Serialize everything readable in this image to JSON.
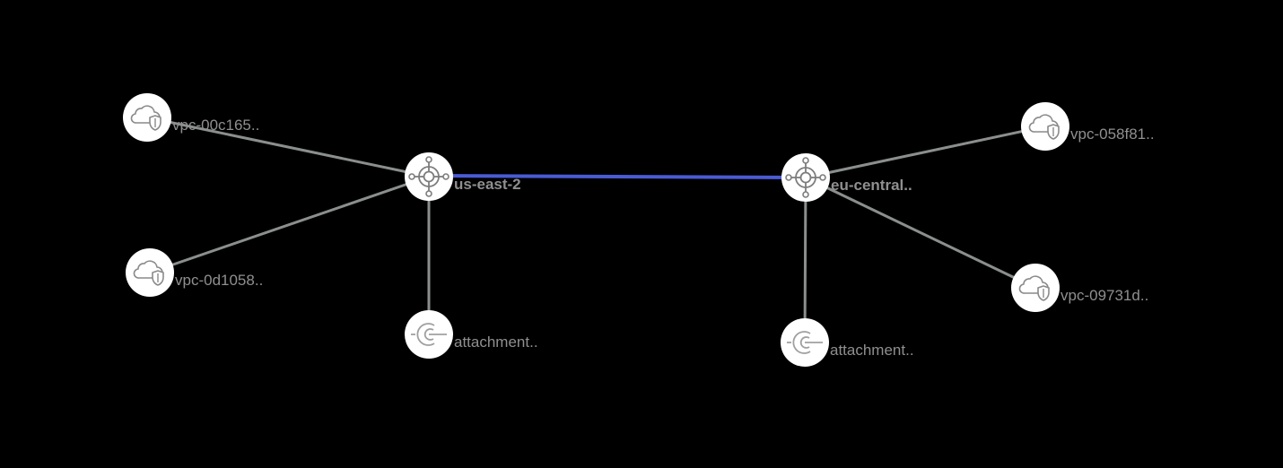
{
  "colors": {
    "background": "#000000",
    "edge": "#8a8f8d",
    "peering": "#4a5bd4",
    "node_fill": "#ffffff",
    "icon": "#8a8a8a",
    "label": "#8f8f8f"
  },
  "nodes": {
    "tgw_us_east_2": {
      "label": "us-east-2",
      "icon": "transit-gateway-icon"
    },
    "tgw_eu_central": {
      "label": "eu-central..",
      "icon": "transit-gateway-icon"
    },
    "vpc_00c165": {
      "label": "vpc-00c165..",
      "icon": "vpc-cloud-shield-icon"
    },
    "vpc_0d1058": {
      "label": "vpc-0d1058..",
      "icon": "vpc-cloud-shield-icon"
    },
    "attachment_us": {
      "label": "attachment..",
      "icon": "attachment-icon"
    },
    "vpc_058f81": {
      "label": "vpc-058f81..",
      "icon": "vpc-cloud-shield-icon"
    },
    "vpc_09731d": {
      "label": "vpc-09731d..",
      "icon": "vpc-cloud-shield-icon"
    },
    "attachment_eu": {
      "label": "attachment..",
      "icon": "attachment-icon"
    }
  }
}
